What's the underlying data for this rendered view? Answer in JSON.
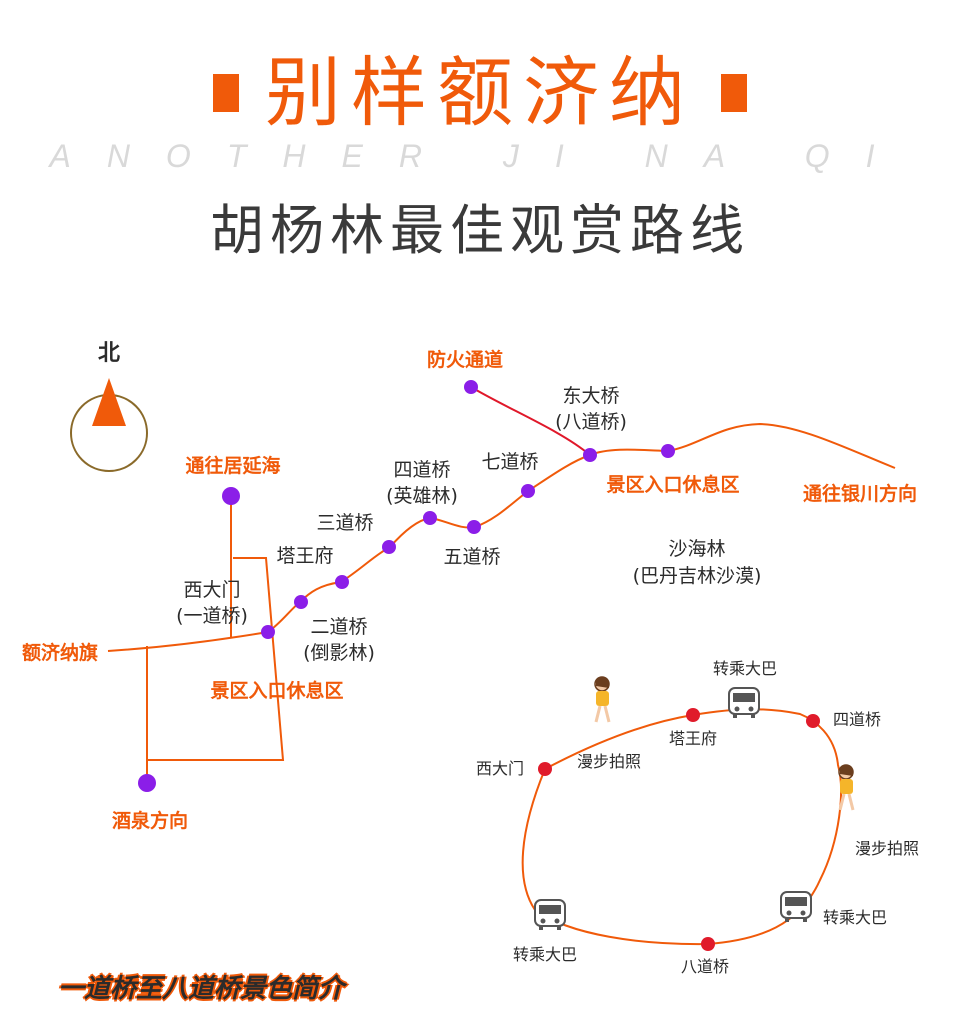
{
  "header": {
    "title": "别样额济纳",
    "subtitle_en": "ANOTHER JI NA QI",
    "subtitle_cn": "胡杨林最佳观赏路线"
  },
  "compass": {
    "label": "北"
  },
  "map": {
    "orange_labels": {
      "fire_road": "防火通道",
      "to_juyanhai": "通往居延海",
      "to_yinchuan": "通往银川方向",
      "ejina": "额济纳旗",
      "entry_rest_east": "景区入口休息区",
      "entry_rest_west": "景区入口休息区",
      "to_jiuquan": "酒泉方向"
    },
    "stops": {
      "xidamen_line1": "西大门",
      "xidamen_line2": "(一道桥)",
      "tawangfu": "塔王府",
      "erdaoqiao_line1": "二道桥",
      "erdaoqiao_line2": "(倒影林)",
      "sandaoqiao": "三道桥",
      "sidaoqiao_line1": "四道桥",
      "sidaoqiao_line2": "(英雄林)",
      "wudaoqiao": "五道桥",
      "qidaoqiao": "七道桥",
      "dongdaqiao_line1": "东大桥",
      "dongdaqiao_line2": "(八道桥)",
      "shahailin_line1": "沙海林",
      "shahailin_line2": "(巴丹吉林沙漠)"
    }
  },
  "loop": {
    "bus_top": "转乘大巴",
    "bus_right": "转乘大巴",
    "bus_left": "转乘大巴",
    "sidaoqiao": "四道桥",
    "tawangfu": "塔王府",
    "xidamen": "西大门",
    "badaoqiao": "八道桥",
    "walk_left": "漫步拍照",
    "walk_right": "漫步拍照"
  },
  "footer": {
    "text": "一道桥至八道桥景色简介"
  },
  "colors": {
    "accent": "#f05a0a",
    "route_dot": "#8b1ee8",
    "loop_dot": "#e01b2b",
    "text": "#2b2b2b"
  }
}
